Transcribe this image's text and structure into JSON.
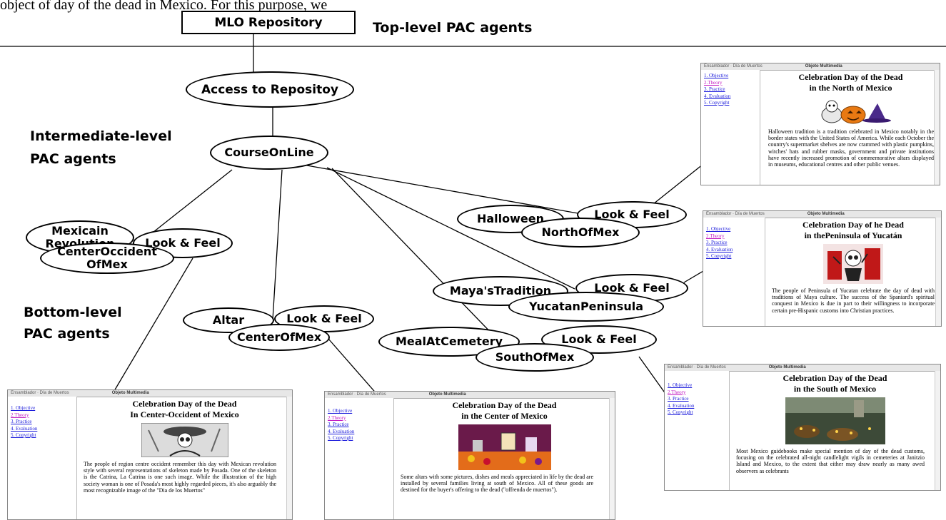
{
  "header": {
    "intro_text": "object of day of the dead in Mexico. For this purpose, we",
    "root_label": "MLO Repository",
    "level_top": "Top-level PAC agents",
    "level_intermediate_1": "Intermediate-level",
    "level_intermediate_2": "PAC agents",
    "level_bottom_1": "Bottom-level",
    "level_bottom_2": "PAC agents"
  },
  "nodes": {
    "access": "Access to Repositoy",
    "course": "CourseOnLine",
    "mexicain_1": "Mexicain",
    "mexicain_2": "Revolution",
    "lookfeel": "Look & Feel",
    "center_occ_1": "CenterOccident",
    "center_occ_2": "OfMex",
    "altar": "Altar",
    "center": "CenterOfMex",
    "halloween": "Halloween",
    "north": "NorthOfMex",
    "maya": "Maya'sTradition",
    "yucatan": "YucatanPeninsula",
    "meal": "MealAtCemetery",
    "south": "SouthOfMex"
  },
  "menu": [
    "1. Objective",
    "2.Theory",
    "3. Practice",
    "4. Evaluation",
    "5. Copyright"
  ],
  "windows": {
    "north": {
      "title_1": "Celebration Day of the Dead",
      "title_2": "in the North of Mexico",
      "text": "Halloween tradition is a tradition celebrated in Mexico notably in the border states with the United States of America. While each October the country's supermarket shelves are now crammed with plastic pumpkins, witches' hats and rubber masks, government and private institutions have recently increased promotion of commemorative altars displayed in museums, educational centres and other public venues."
    },
    "yucatan": {
      "title_1": "Celebration Day of he Dead",
      "title_2": "in thePeninsula of Yucatán",
      "text": "The people of Peninsula of Yucatan celebrate the day of dead with traditions of Maya culture. The success of the Spaniard's spiritual conquest in Mexico is due in part to their willingness to incorporate certain pre-Hispanic customs into Christian practices."
    },
    "south": {
      "title_1": "Celebration Day of the Dead",
      "title_2": "in the South of Mexico",
      "text": "Most Mexico guidebooks make special mention of day of the dead customs, focusing on the celebrated all-night candlelight vigils in cemeteries at Janitzio Island and Mexico, to the extent that either may draw nearly as many awed observers as celebrants"
    },
    "center_occ": {
      "title_1": "Celebration Day of the Dead",
      "title_2": "In Center-Occident of Mexico",
      "text": "The people of region centre occident remember this day with Mexican revolution style with several representations of skeleton made by Posada. One of the skeleton is the Catrina, La Catrina is one such image. While the illustration of the high society woman is one of Posada's most highly regarded pieces, it's also arguably the most recognizable image of the \"Dia de los Muertos\""
    },
    "center": {
      "title_1": "Celebration Day of the Dead",
      "title_2": "in the Center of Mexico",
      "text": "Some altars with some pictures, dishes and meals appreciated in life by the dead are installed by several families living at south of Mexico. All of these goods are destined for the buyer's offering to the dead (\"offrenda de muertos\")."
    }
  }
}
